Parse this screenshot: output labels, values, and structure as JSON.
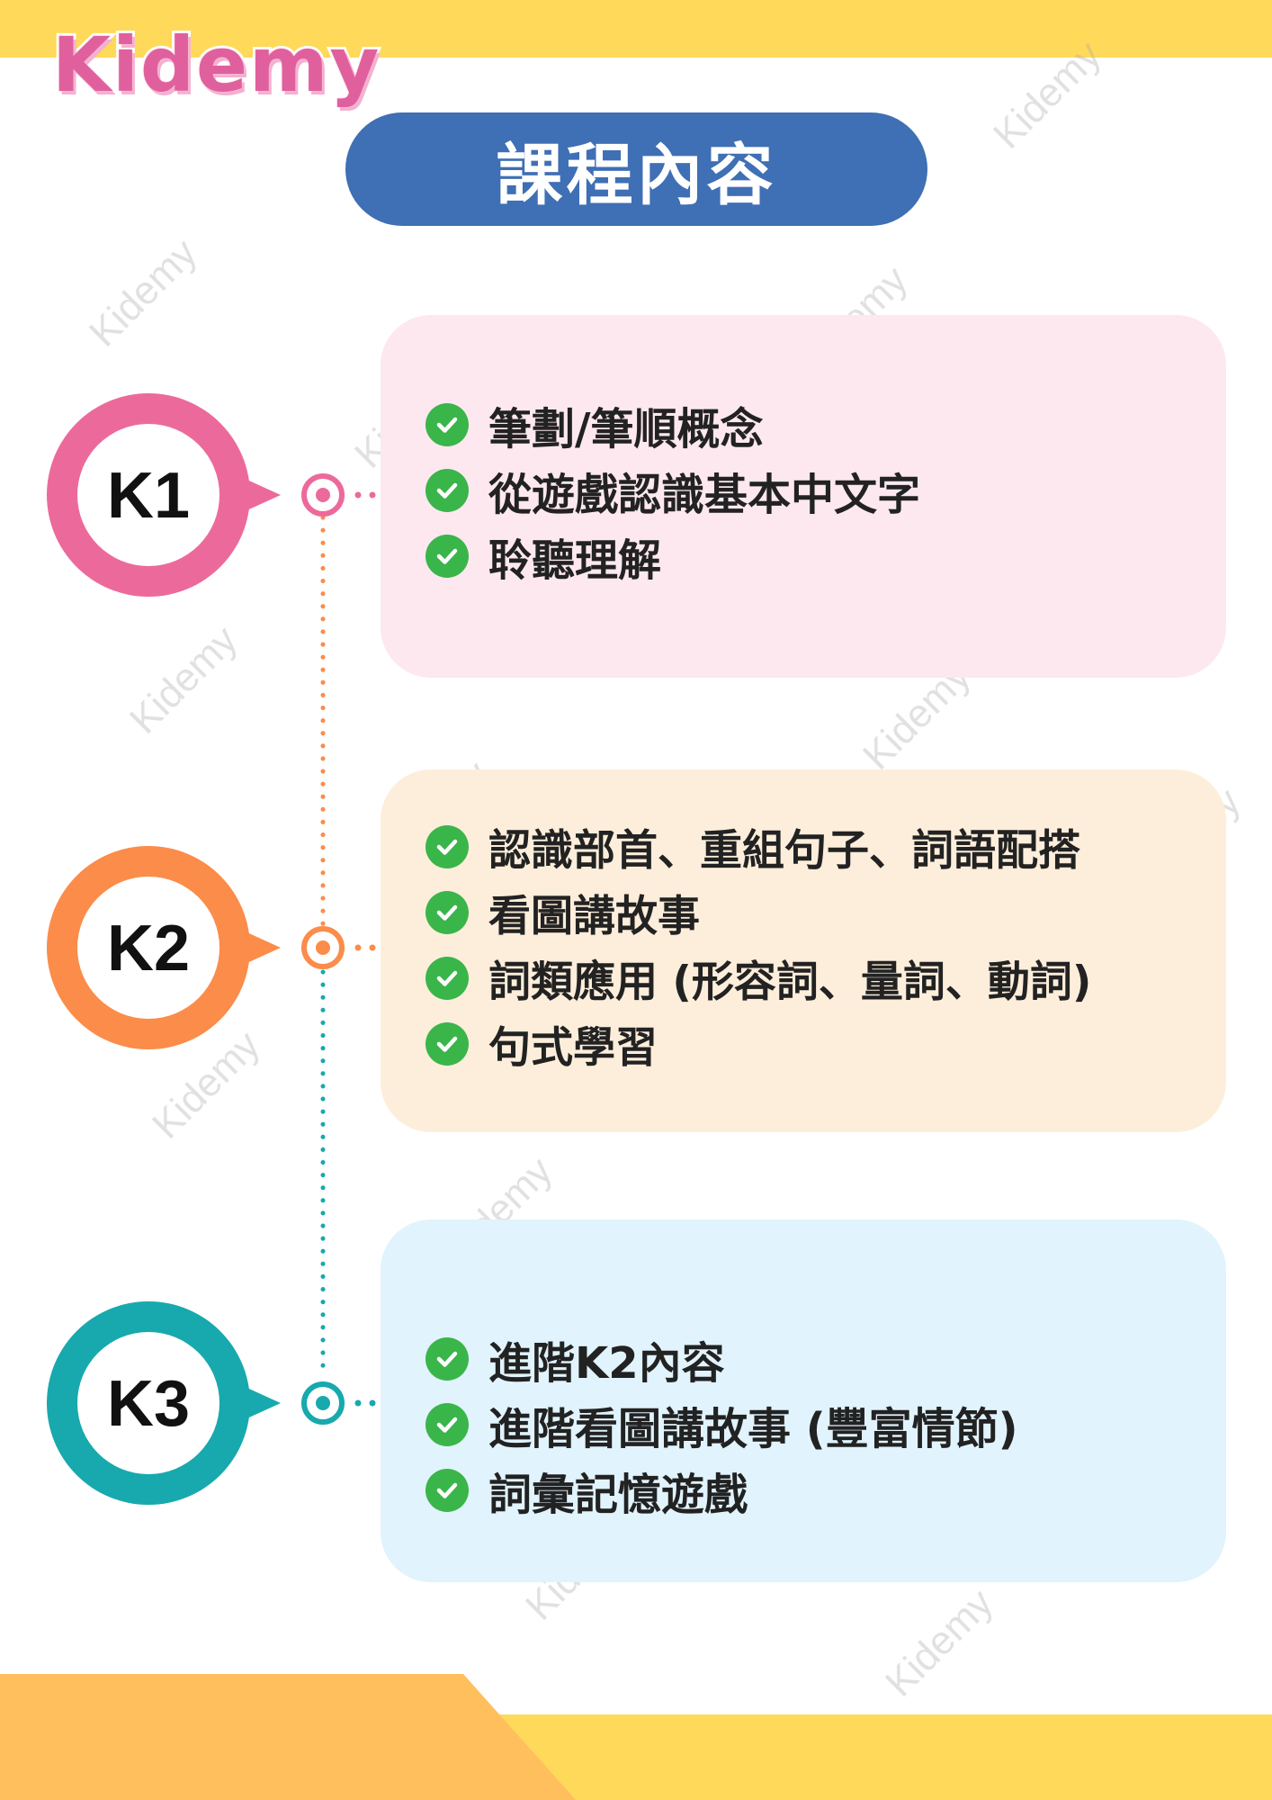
{
  "brand": {
    "logo_text": "Kidemy"
  },
  "header": {
    "title": "課程內容"
  },
  "watermark_text": "Kidemy",
  "levels": [
    {
      "label": "K1",
      "color": "#ec6a9b",
      "card_color": "#fde8f0",
      "items": [
        "筆劃/筆順概念",
        "從遊戲認識基本中文字",
        "聆聽理解"
      ]
    },
    {
      "label": "K2",
      "color": "#fb8c4a",
      "card_color": "#fdeedb",
      "items": [
        "認識部首、重組句子、詞語配搭",
        "看圖講故事",
        "詞類應用 (形容詞、量詞、動詞)",
        "句式學習"
      ]
    },
    {
      "label": "K3",
      "color": "#17a9ad",
      "card_color": "#e1f3fc",
      "items": [
        "進階K2內容",
        "進階看圖講故事 (豐富情節)",
        "詞彙記憶遊戲"
      ]
    }
  ],
  "colors": {
    "top_band": "#ffd95a",
    "bottom_band": "#ffd95a",
    "bottom_accent": "#ffbf5c",
    "title_bg": "#3f6fb4",
    "check": "#3ab54a"
  }
}
